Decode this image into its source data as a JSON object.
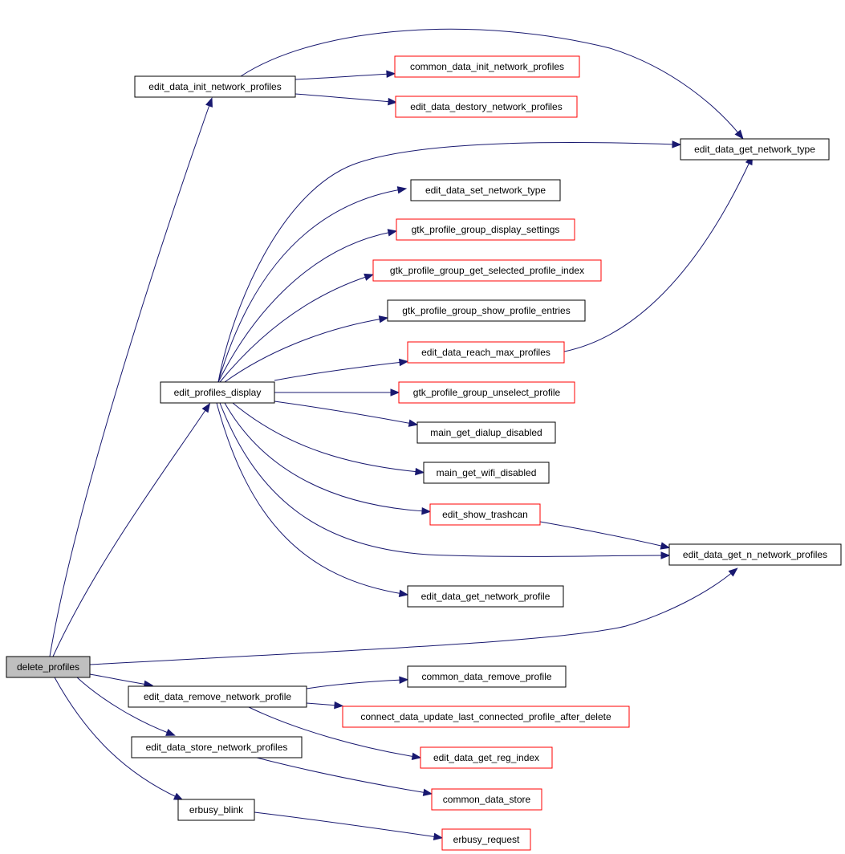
{
  "nodes": [
    {
      "id": "delete_profiles",
      "label": "delete_profiles",
      "style": "root"
    },
    {
      "id": "edit_data_init_network_profiles",
      "label": "edit_data_init_network_profiles",
      "style": "normal"
    },
    {
      "id": "common_data_init_network_profiles",
      "label": "common_data_init_network_profiles",
      "style": "red"
    },
    {
      "id": "edit_data_destory_network_profiles",
      "label": "edit_data_destory_network_profiles",
      "style": "red"
    },
    {
      "id": "edit_data_get_network_type",
      "label": "edit_data_get_network_type",
      "style": "normal"
    },
    {
      "id": "edit_data_set_network_type",
      "label": "edit_data_set_network_type",
      "style": "normal"
    },
    {
      "id": "gtk_profile_group_display_settings",
      "label": "gtk_profile_group_display_settings",
      "style": "red"
    },
    {
      "id": "gtk_profile_group_get_selected_profile_index",
      "label": "gtk_profile_group_get_selected_profile_index",
      "style": "red"
    },
    {
      "id": "gtk_profile_group_show_profile_entries",
      "label": "gtk_profile_group_show_profile_entries",
      "style": "normal"
    },
    {
      "id": "edit_data_reach_max_profiles",
      "label": "edit_data_reach_max_profiles",
      "style": "red"
    },
    {
      "id": "edit_profiles_display",
      "label": "edit_profiles_display",
      "style": "normal"
    },
    {
      "id": "gtk_profile_group_unselect_profile",
      "label": "gtk_profile_group_unselect_profile",
      "style": "red"
    },
    {
      "id": "main_get_dialup_disabled",
      "label": "main_get_dialup_disabled",
      "style": "normal"
    },
    {
      "id": "main_get_wifi_disabled",
      "label": "main_get_wifi_disabled",
      "style": "normal"
    },
    {
      "id": "edit_show_trashcan",
      "label": "edit_show_trashcan",
      "style": "red"
    },
    {
      "id": "edit_data_get_n_network_profiles",
      "label": "edit_data_get_n_network_profiles",
      "style": "normal"
    },
    {
      "id": "edit_data_get_network_profile",
      "label": "edit_data_get_network_profile",
      "style": "normal"
    },
    {
      "id": "common_data_remove_profile",
      "label": "common_data_remove_profile",
      "style": "normal"
    },
    {
      "id": "edit_data_remove_network_profile",
      "label": "edit_data_remove_network_profile",
      "style": "normal"
    },
    {
      "id": "connect_data_update_last_connected_profile_after_delete",
      "label": "connect_data_update_last_connected_profile_after_delete",
      "style": "red"
    },
    {
      "id": "edit_data_store_network_profiles",
      "label": "edit_data_store_network_profiles",
      "style": "normal"
    },
    {
      "id": "edit_data_get_reg_index",
      "label": "edit_data_get_reg_index",
      "style": "red"
    },
    {
      "id": "common_data_store",
      "label": "common_data_store",
      "style": "red"
    },
    {
      "id": "erbusy_blink",
      "label": "erbusy_blink",
      "style": "normal"
    },
    {
      "id": "erbusy_request",
      "label": "erbusy_request",
      "style": "red"
    }
  ],
  "edges": [
    {
      "from": "delete_profiles",
      "to": "edit_data_init_network_profiles"
    },
    {
      "from": "delete_profiles",
      "to": "edit_profiles_display"
    },
    {
      "from": "delete_profiles",
      "to": "edit_data_get_n_network_profiles"
    },
    {
      "from": "delete_profiles",
      "to": "edit_data_remove_network_profile"
    },
    {
      "from": "delete_profiles",
      "to": "edit_data_store_network_profiles"
    },
    {
      "from": "delete_profiles",
      "to": "erbusy_blink"
    },
    {
      "from": "edit_data_init_network_profiles",
      "to": "common_data_init_network_profiles"
    },
    {
      "from": "edit_data_init_network_profiles",
      "to": "edit_data_destory_network_profiles"
    },
    {
      "from": "edit_data_init_network_profiles",
      "to": "edit_data_get_network_type"
    },
    {
      "from": "edit_profiles_display",
      "to": "edit_data_get_network_type"
    },
    {
      "from": "edit_profiles_display",
      "to": "edit_data_set_network_type"
    },
    {
      "from": "edit_profiles_display",
      "to": "gtk_profile_group_display_settings"
    },
    {
      "from": "edit_profiles_display",
      "to": "gtk_profile_group_get_selected_profile_index"
    },
    {
      "from": "edit_profiles_display",
      "to": "gtk_profile_group_show_profile_entries"
    },
    {
      "from": "edit_profiles_display",
      "to": "edit_data_reach_max_profiles"
    },
    {
      "from": "edit_profiles_display",
      "to": "gtk_profile_group_unselect_profile"
    },
    {
      "from": "edit_profiles_display",
      "to": "main_get_dialup_disabled"
    },
    {
      "from": "edit_profiles_display",
      "to": "main_get_wifi_disabled"
    },
    {
      "from": "edit_profiles_display",
      "to": "edit_show_trashcan"
    },
    {
      "from": "edit_profiles_display",
      "to": "edit_data_get_n_network_profiles"
    },
    {
      "from": "edit_profiles_display",
      "to": "edit_data_get_network_profile"
    },
    {
      "from": "edit_data_reach_max_profiles",
      "to": "edit_data_get_network_type"
    },
    {
      "from": "edit_show_trashcan",
      "to": "edit_data_get_n_network_profiles"
    },
    {
      "from": "edit_data_remove_network_profile",
      "to": "common_data_remove_profile"
    },
    {
      "from": "edit_data_remove_network_profile",
      "to": "connect_data_update_last_connected_profile_after_delete"
    },
    {
      "from": "edit_data_remove_network_profile",
      "to": "edit_data_get_reg_index"
    },
    {
      "from": "edit_data_store_network_profiles",
      "to": "common_data_store"
    },
    {
      "from": "erbusy_blink",
      "to": "erbusy_request"
    }
  ],
  "colors": {
    "edge": "#191970",
    "node_border": "#000000",
    "node_border_red": "#ff0000",
    "root_fill": "#bfbfbf",
    "node_fill": "#ffffff"
  }
}
